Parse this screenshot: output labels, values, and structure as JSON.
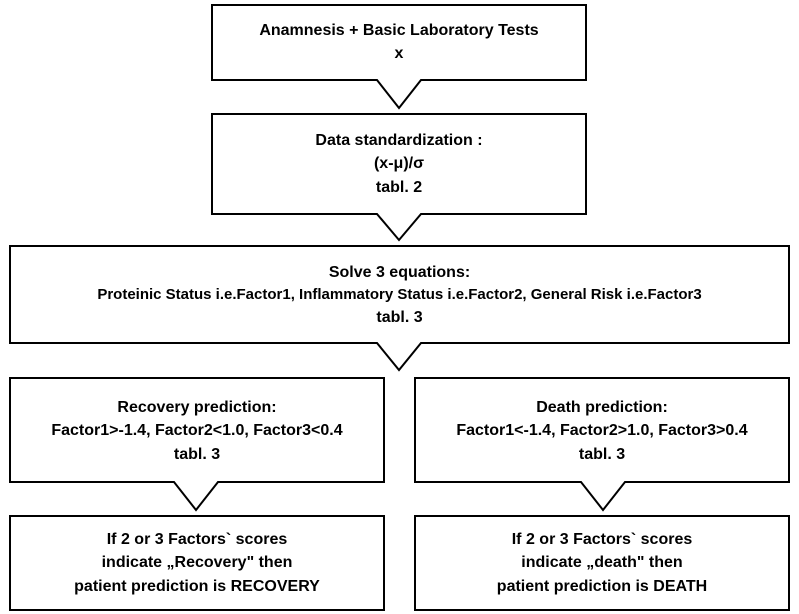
{
  "colors": {
    "stroke": "#000000",
    "fill": "#ffffff",
    "text": "#000000"
  },
  "boxes": {
    "anamnesis": {
      "line1": "Anamnesis + Basic Laboratory Tests",
      "line2": "x"
    },
    "standardization": {
      "line1": "Data standardization :",
      "line2": "(x-μ)/σ",
      "line3": "tabl. 2"
    },
    "equations": {
      "line1": "Solve 3 equations:",
      "line2": "Proteinic  Status i.e.Factor1, Inflammatory Status i.e.Factor2, General Risk i.e.Factor3",
      "line3": "tabl. 3"
    },
    "recovery": {
      "line1": "Recovery prediction:",
      "line2": "Factor1>-1.4, Factor2<1.0,  Factor3<0.4",
      "line3": "tabl. 3"
    },
    "death": {
      "line1": "Death prediction:",
      "line2": "Factor1<-1.4, Factor2>1.0, Factor3>0.4",
      "line3": "tabl. 3"
    },
    "recovery_result": {
      "line1": "If 2 or 3 Factors` scores",
      "line2": "indicate „Recovery\" then",
      "line3": "patient prediction is RECOVERY"
    },
    "death_result": {
      "line1": "If 2 or 3 Factors` scores",
      "line2": "indicate „death\" then",
      "line3": "patient prediction is DEATH"
    }
  }
}
